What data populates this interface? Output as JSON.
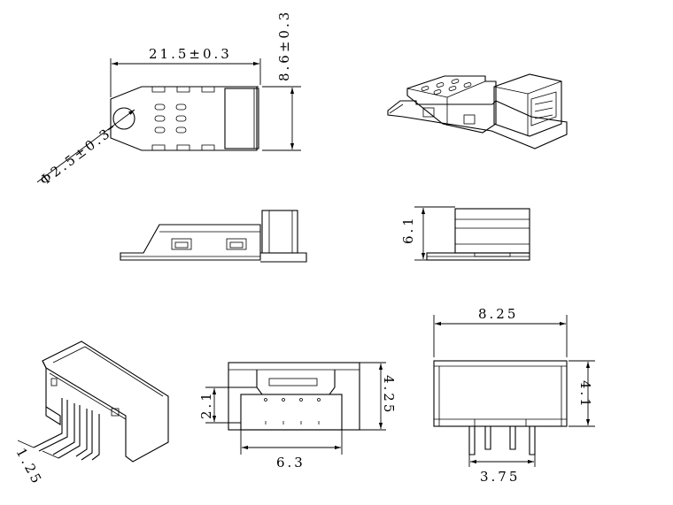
{
  "labels": {
    "top_length": "21.5±0.3",
    "top_height": "8.6±0.3",
    "hole_diameter": "Φ2.5±0.3",
    "side_height": "6.1",
    "front_width": "8.25",
    "front_height": "4.1",
    "front_pin_span": "3.75",
    "mid_height_total": "4.25",
    "mid_height_partial": "2.1",
    "mid_width": "6.3",
    "pitch": "1.25"
  }
}
